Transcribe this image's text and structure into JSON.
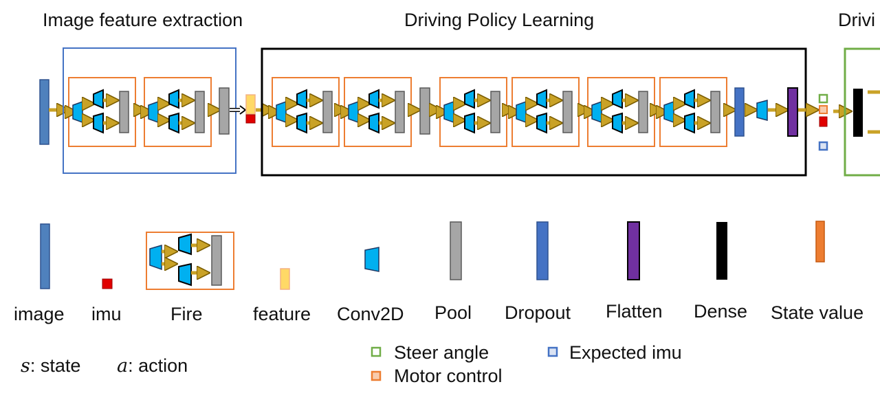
{
  "titles": {
    "image_feature_extraction": "Image feature extraction",
    "driving_policy_learning": "Driving Policy Learning",
    "driving_cut": "Drivi"
  },
  "legend": {
    "image": "image",
    "imu": "imu",
    "fire": "Fire",
    "feature": "feature",
    "conv2d": "Conv2D",
    "pool": "Pool",
    "dropout": "Dropout",
    "flatten": "Flatten",
    "dense": "Dense",
    "state_value": "State value"
  },
  "outputs": {
    "steer_angle": "Steer angle",
    "motor_control": "Motor control",
    "expected_imu": "Expected imu"
  },
  "notation": {
    "state_symbol": "s",
    "state_text": ": state",
    "action_symbol": "a",
    "action_text": ": action"
  },
  "colors": {
    "image": "#4f81bd",
    "imu": "#e00000",
    "feature": "#ffd966",
    "conv": "#00b0f0",
    "pool": "#a6a6a6",
    "dropout": "#4472c4",
    "flatten": "#7030a0",
    "dense": "#000000",
    "fire_box": "#ed7d31",
    "arrow": "#c9a227",
    "blue_frame": "#4472c4",
    "green_frame": "#70ad47"
  }
}
